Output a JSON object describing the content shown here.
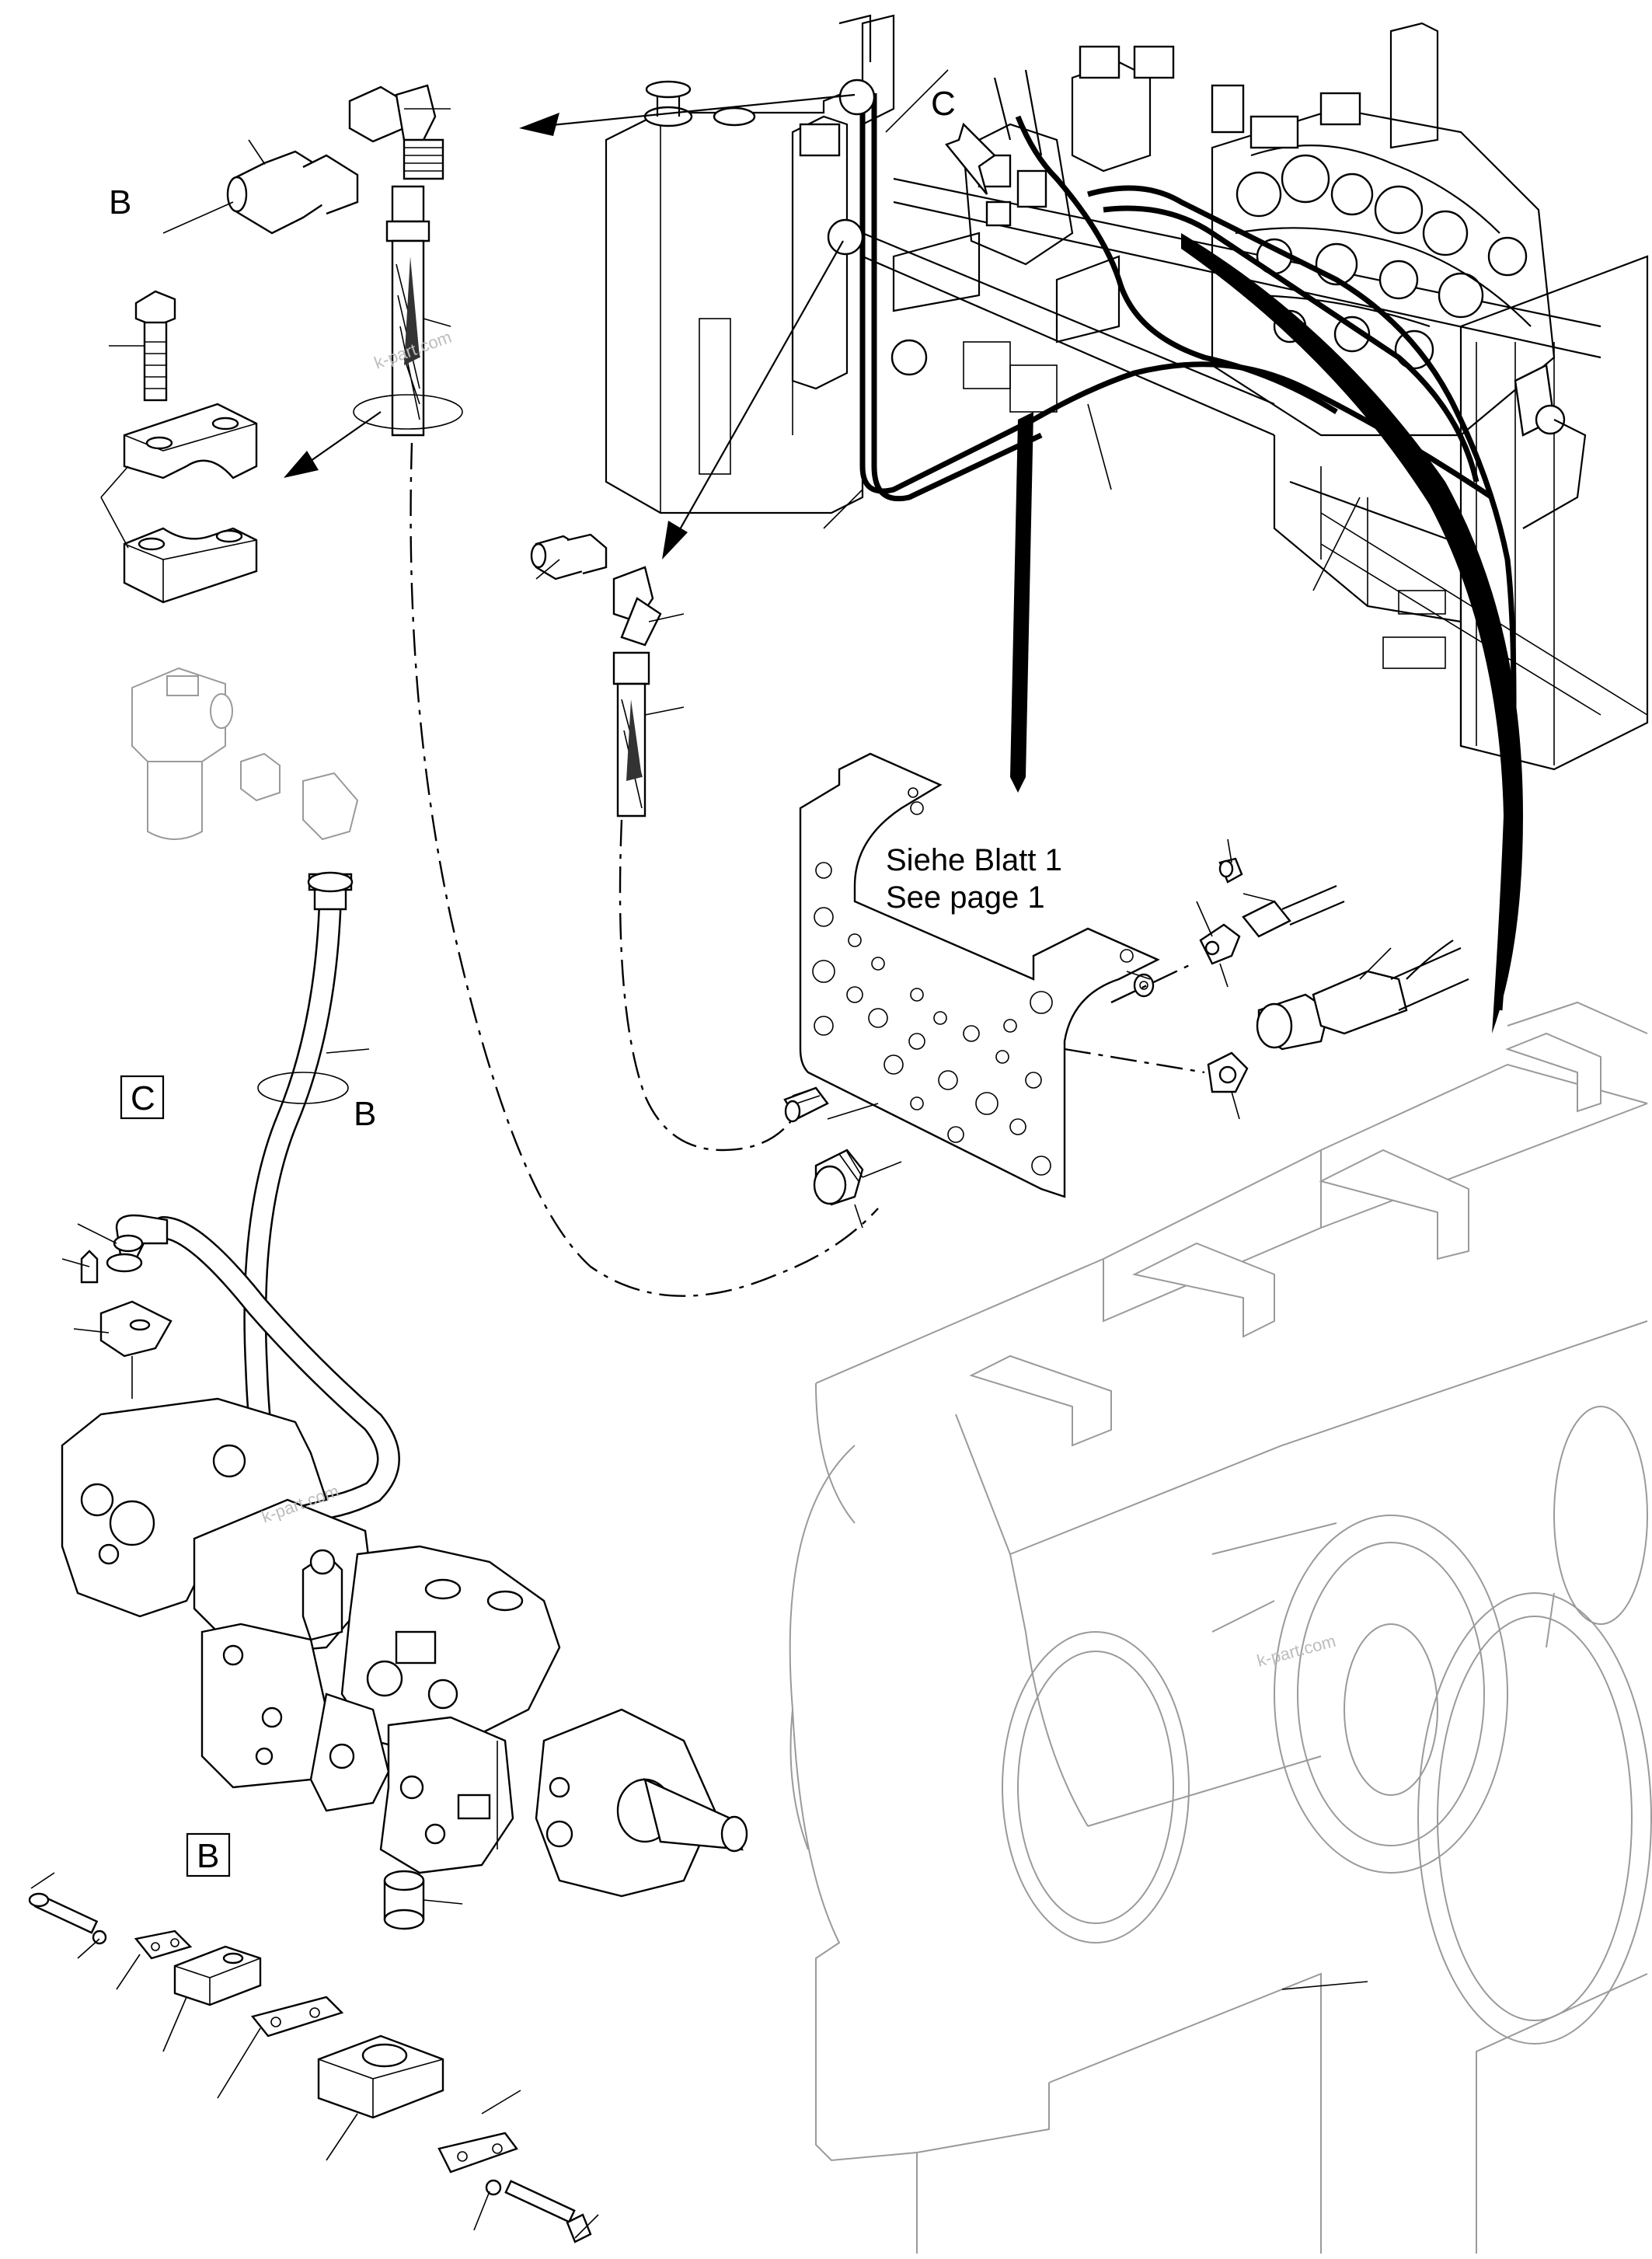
{
  "callouts": {
    "b_top": "B",
    "c_top": "C",
    "b_loop": "B",
    "c_box": "C",
    "b_box": "B"
  },
  "note": {
    "line1": "Siehe Blatt 1",
    "line2": "See page 1"
  },
  "watermark": "k-part.com"
}
